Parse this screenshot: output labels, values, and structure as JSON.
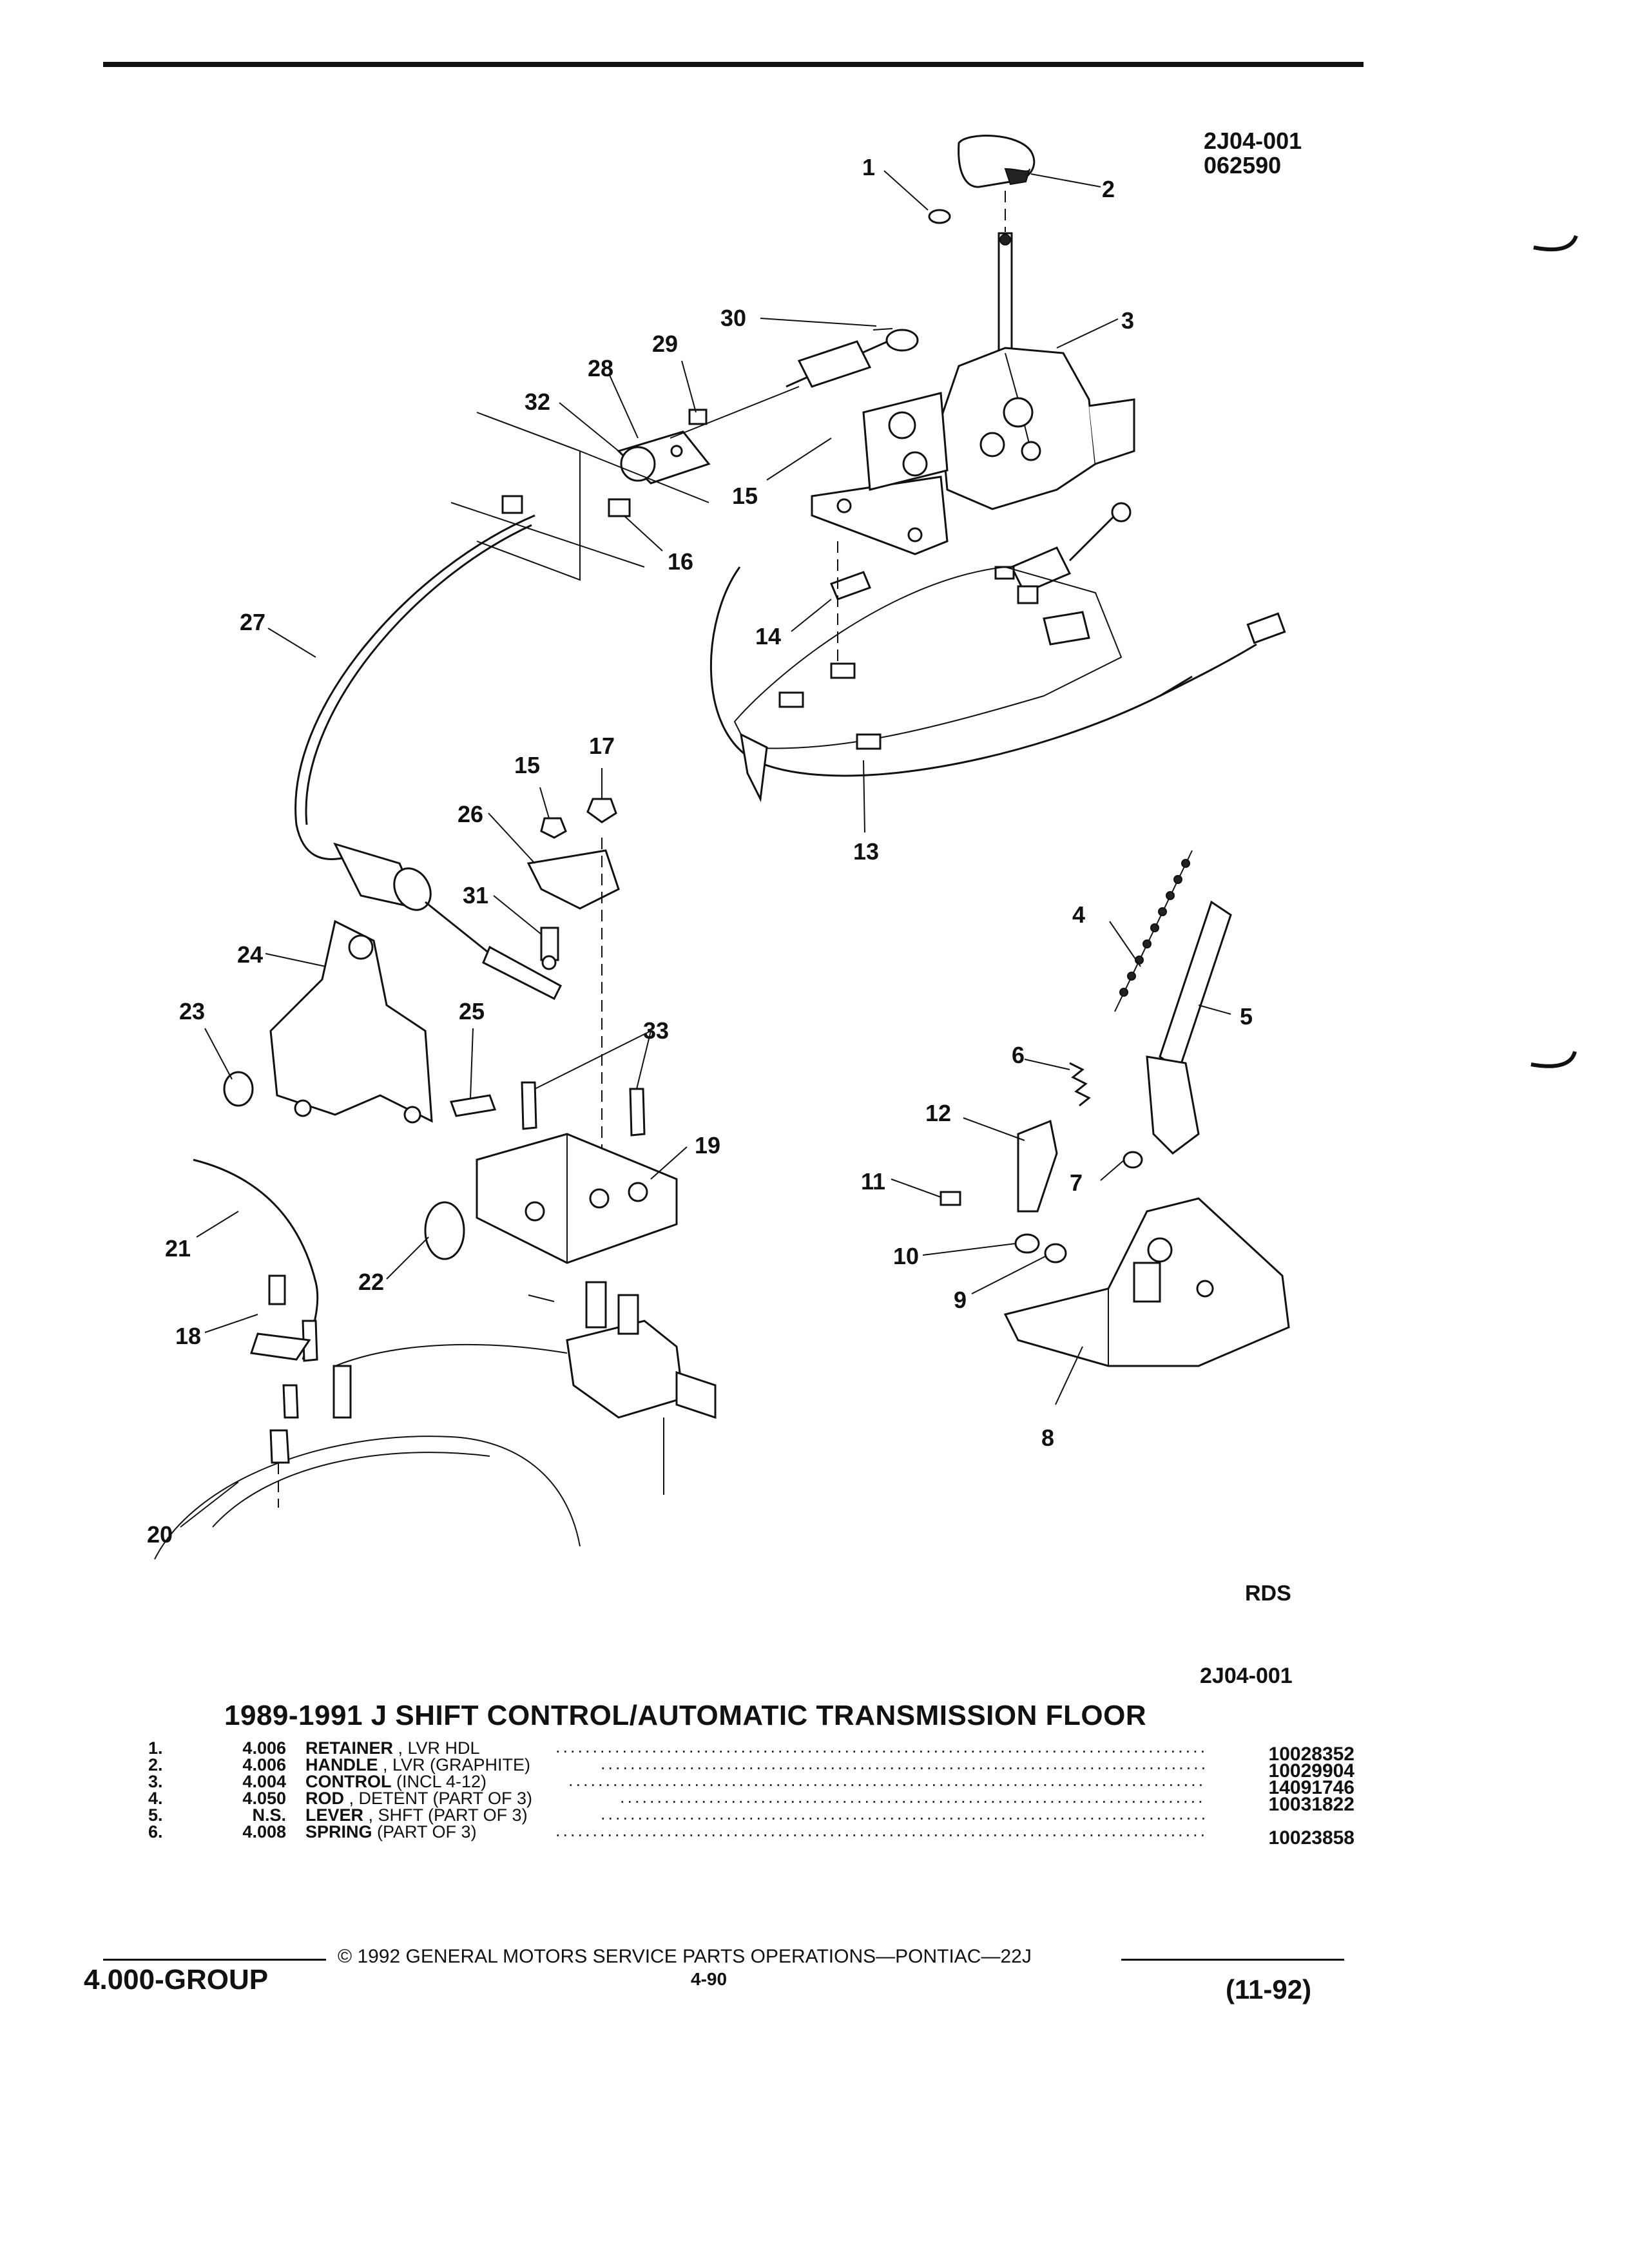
{
  "header": {
    "illustration_code": "2J04-001",
    "illustration_date": "062590"
  },
  "callouts": [
    "1",
    "2",
    "3",
    "4",
    "5",
    "6",
    "7",
    "8",
    "9",
    "10",
    "11",
    "12",
    "13",
    "14",
    "15",
    "15",
    "16",
    "17",
    "18",
    "19",
    "20",
    "21",
    "22",
    "23",
    "24",
    "25",
    "26",
    "27",
    "28",
    "29",
    "30",
    "31",
    "32",
    "33"
  ],
  "rds_label": "RDS",
  "section_code": "2J04-001",
  "section_title": "1989-1991 J SHIFT CONTROL/AUTOMATIC TRANSMISSION FLOOR",
  "parts": [
    {
      "no": "1.",
      "group": "4.006",
      "name": "RETAINER",
      "detail": " , LVR HDL",
      "part_number": "10028352"
    },
    {
      "no": "2.",
      "group": "4.006",
      "name": "HANDLE",
      "detail": " , LVR (GRAPHITE)",
      "part_number": "10029904"
    },
    {
      "no": "3.",
      "group": "4.004",
      "name": "CONTROL",
      "detail": " (INCL 4-12)",
      "part_number": "14091746"
    },
    {
      "no": "4.",
      "group": "4.050",
      "name": "ROD",
      "detail": " , DETENT (PART OF 3)",
      "part_number": "10031822"
    },
    {
      "no": "5.",
      "group": "N.S.",
      "name": "LEVER",
      "detail": " , SHFT (PART OF 3)",
      "part_number": ""
    },
    {
      "no": "6.",
      "group": "4.008",
      "name": "SPRING",
      "detail": " (PART OF 3)",
      "part_number": "10023858"
    }
  ],
  "footer": {
    "copyright": "© 1992 GENERAL MOTORS SERVICE PARTS OPERATIONS—PONTIAC—22J",
    "group": "4.000-GROUP",
    "page": "4-90",
    "date": "(11-92)"
  }
}
